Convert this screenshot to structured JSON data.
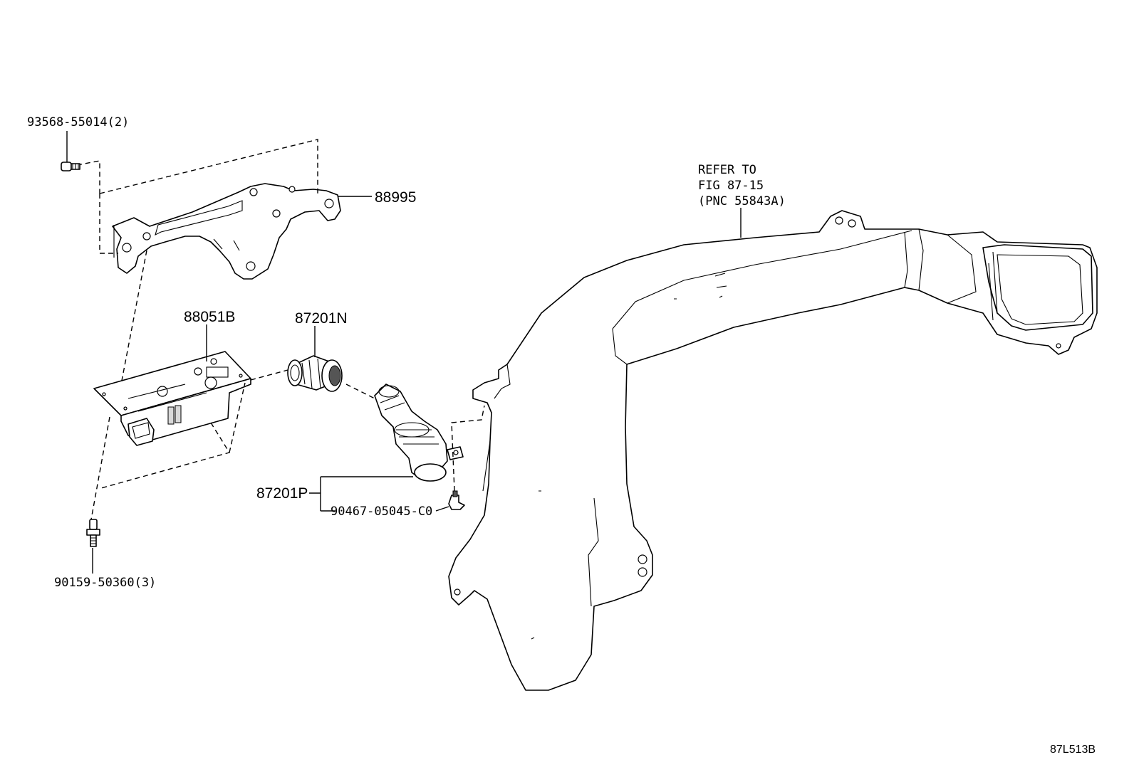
{
  "diagram": {
    "reference_code": "87L513B",
    "callouts": {
      "screw_top": "93568-55014(2)",
      "bracket": "88995",
      "module": "88051B",
      "duct_upper": "87201N",
      "duct_lower": "87201P",
      "clip": "90467-05045-C0",
      "screw_bottom": "90159-50360(3)"
    },
    "refer_note": [
      "REFER TO",
      "FIG 87-15",
      "(PNC 55843A)"
    ]
  }
}
